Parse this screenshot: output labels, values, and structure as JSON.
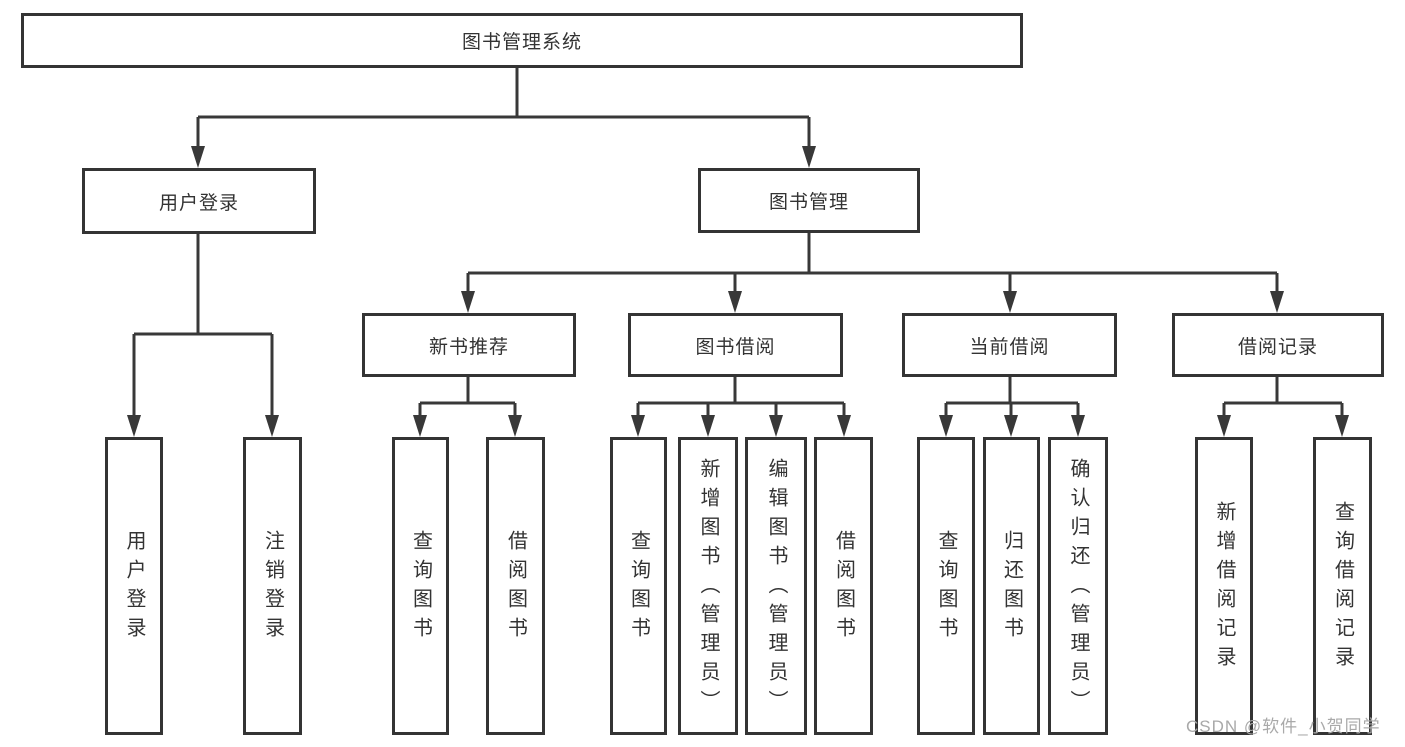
{
  "diagram": {
    "root": {
      "label": "图书管理系统"
    },
    "level2": [
      {
        "label": "用户登录"
      },
      {
        "label": "图书管理"
      }
    ],
    "level3": [
      {
        "label": "新书推荐"
      },
      {
        "label": "图书借阅"
      },
      {
        "label": "当前借阅"
      },
      {
        "label": "借阅记录"
      }
    ],
    "leaves": {
      "user_login": [
        "用户登录",
        "注销登录"
      ],
      "new_book": [
        "查询图书",
        "借阅图书"
      ],
      "book_borrow": [
        "查询图书",
        "新增图书（管理员）",
        "编辑图书（管理员）",
        "借阅图书"
      ],
      "current_borrow": [
        "查询图书",
        "归还图书",
        "确认归还（管理员）"
      ],
      "borrow_records": [
        "新增借阅记录",
        "查询借阅记录"
      ]
    }
  },
  "watermark": {
    "text": "CSDN @软件_小贺同学"
  },
  "colors": {
    "line": "#383838",
    "box_border": "#343434",
    "text": "#333333",
    "watermark_text": "#a9a9a9",
    "background": "#ffffff"
  }
}
